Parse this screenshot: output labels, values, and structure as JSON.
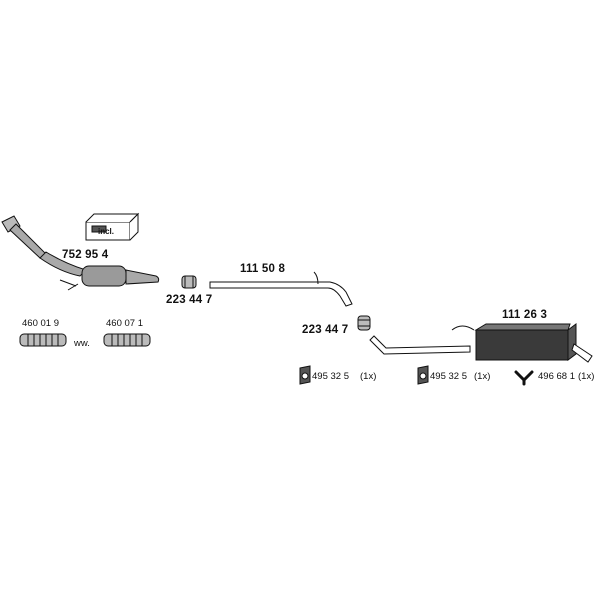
{
  "parts": {
    "catalyst": {
      "number": "752 95 4",
      "incl_label": "incl."
    },
    "clamp_front": {
      "number": "223 44 7"
    },
    "middle_pipe": {
      "number": "111 50 8"
    },
    "clamp_rear": {
      "number": "223 44 7"
    },
    "rear_silencer": {
      "number": "111 26 3"
    },
    "flex_pipe_a": {
      "number": "460 01 9"
    },
    "flex_pipe_b": {
      "number": "460 07 1"
    },
    "alt_separator": "ww.",
    "rubber_mount_a": {
      "number": "495 32 5",
      "qty": "(1x)"
    },
    "rubber_mount_b": {
      "number": "495 32 5",
      "qty": "(1x)"
    },
    "y_mount": {
      "number": "496 68 1",
      "qty": "(1x)"
    }
  },
  "colors": {
    "ink": "#111111",
    "fill_gray": "#9a9a9a",
    "fill_dark": "#3a3a3a",
    "background": "#ffffff"
  },
  "icons": [
    "gasket-box-icon",
    "rubber-mount-icon",
    "y-hanger-icon",
    "flex-pipe-icon",
    "clamp-icon"
  ]
}
